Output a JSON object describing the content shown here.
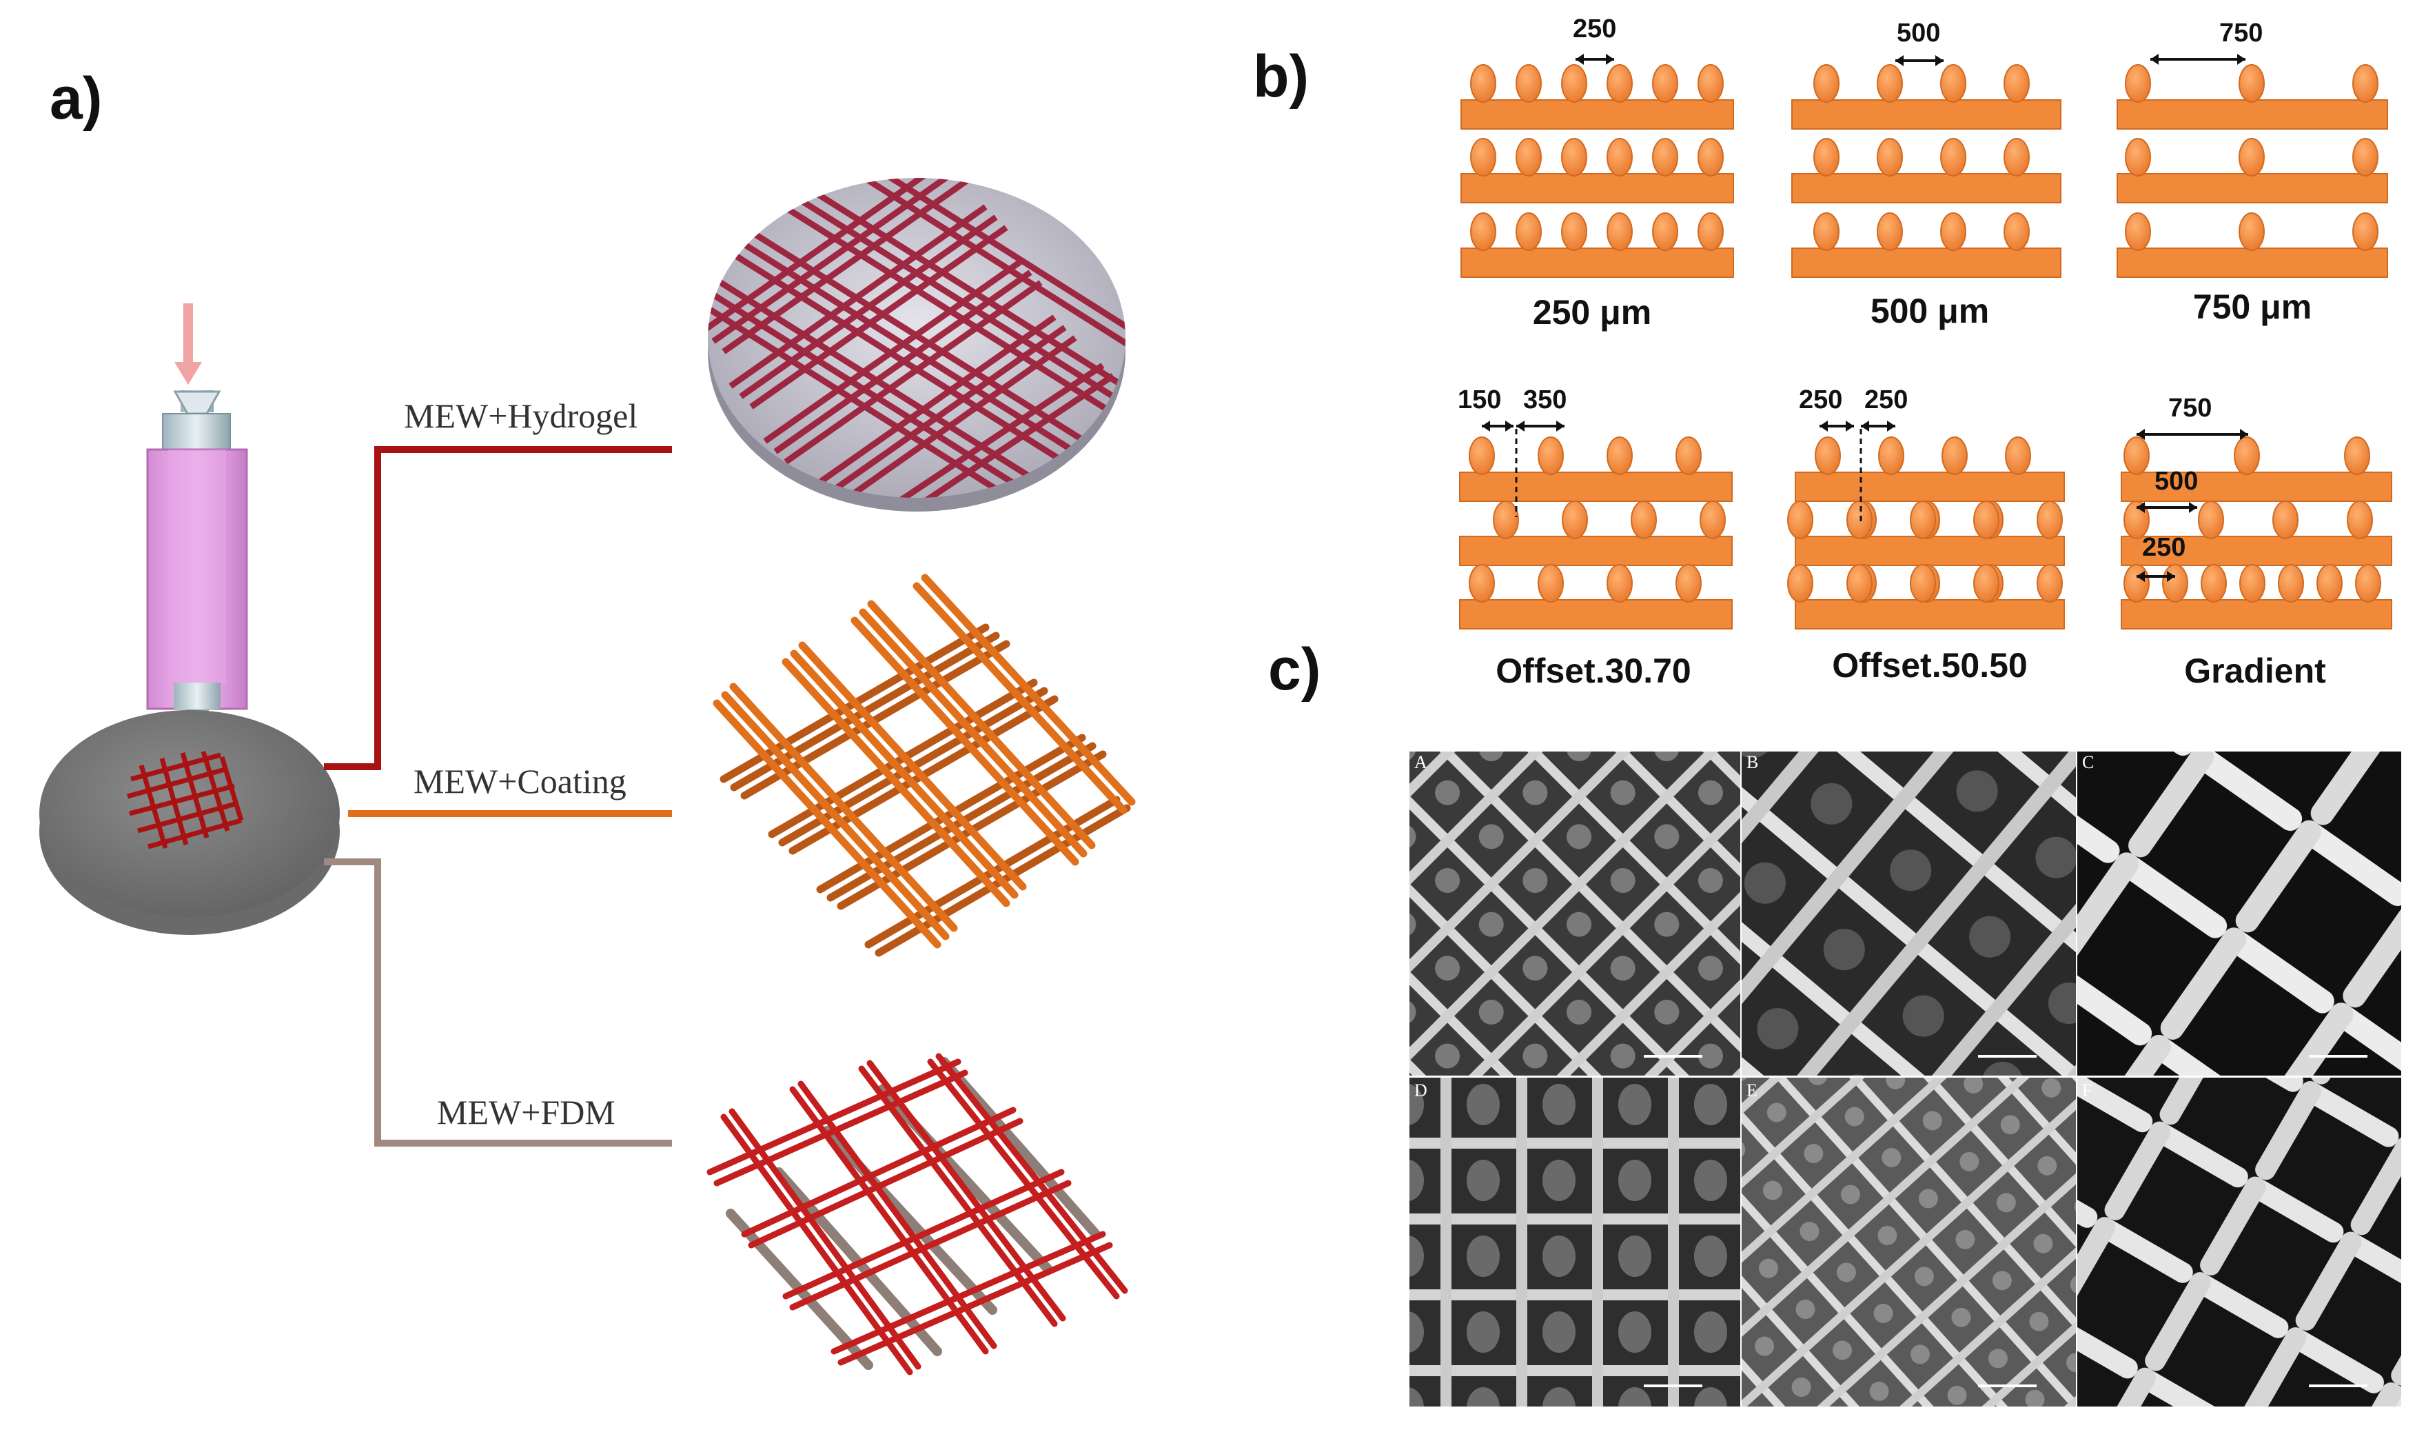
{
  "panels": {
    "a": {
      "letter": "a)",
      "branches": [
        "MEW+Hydrogel",
        "MEW+Coating",
        "MEW+FDM"
      ],
      "colors": {
        "hydrogel": "#9b1b36",
        "coating": "#e0701c",
        "fdm": "#a08a80",
        "red_line": "#a81212"
      }
    },
    "b": {
      "letter": "b)",
      "fiber_color": "#f08a3a",
      "captions": [
        "250 μm",
        "500 μm",
        "750 μm",
        "Offset.30.70",
        "Offset.50.50",
        "Gradient"
      ],
      "dims": {
        "p1": "250",
        "p2": "500",
        "p3": "750",
        "p4a": "150",
        "p4b": "350",
        "p5a": "250",
        "p5b": "250",
        "p6a": "750",
        "p6b": "500",
        "p6c": "250"
      }
    },
    "c": {
      "letter": "c)",
      "sem_labels": [
        "A",
        "B",
        "C",
        "D",
        "E",
        "F"
      ]
    }
  }
}
